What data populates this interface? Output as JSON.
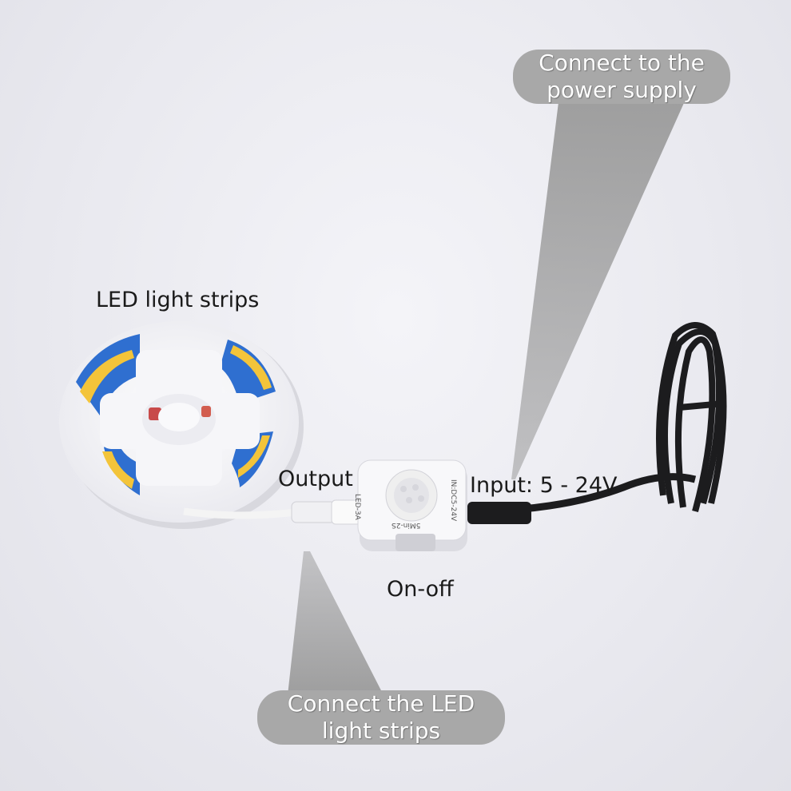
{
  "labels": {
    "led_strips": "LED light strips",
    "output": "Output",
    "input": "Input: 5 - 24V",
    "on_off": "On-off"
  },
  "callouts": {
    "power_supply": {
      "line1": "Connect to the",
      "line2": "power supply"
    },
    "led_strips": {
      "line1": "Connect the LED",
      "line2": "light strips"
    }
  },
  "device_markings": {
    "side_left": "LED-3A",
    "side_right": "IN:DC5-24V",
    "front": "5Min-2S"
  },
  "colors": {
    "callout_bg": "#a8a8a8",
    "cable_black": "#1c1c1e",
    "cable_white": "#f4f4f4",
    "strip_blue": "#2f6fd0",
    "strip_yellow": "#f3c43a"
  }
}
